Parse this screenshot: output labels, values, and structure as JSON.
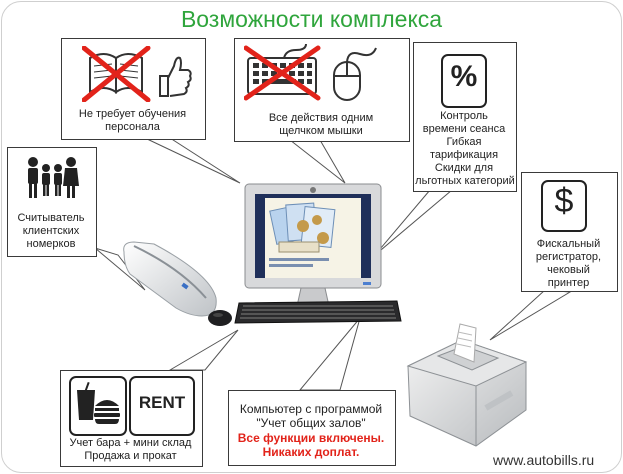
{
  "title": "Возможности комплекса",
  "features": {
    "training": {
      "label1": "Не требует обучения",
      "label2": "персонала"
    },
    "click": {
      "label1": "Все действия  одним",
      "label2": "щелчком мышки"
    },
    "control": {
      "lines": [
        "Контроль",
        "времени сеанса",
        "Гибкая",
        "тарификация",
        "Скидки для",
        "льготных категорий"
      ],
      "icon": "%"
    },
    "reader": {
      "lines": [
        "Считыватель",
        "клиентских",
        "номерков"
      ]
    },
    "fiscal": {
      "lines": [
        "Фискальный",
        "регистратор,",
        "чековый",
        "принтер"
      ],
      "icon": "$"
    },
    "bar": {
      "line1": "Учет бара + мини склад",
      "line2": "Продажа и прокат",
      "rent": "RENT"
    },
    "program": {
      "line1": "Компьютер с  программой",
      "line2": "\"Учет общих залов\"",
      "line3": "Все функции включены.",
      "line4": "Никаких доплат."
    }
  },
  "website": "www.autobills.ru",
  "colors": {
    "title": "#2fa53c",
    "cross": "#e2231a",
    "accent_red": "#e2231a"
  }
}
